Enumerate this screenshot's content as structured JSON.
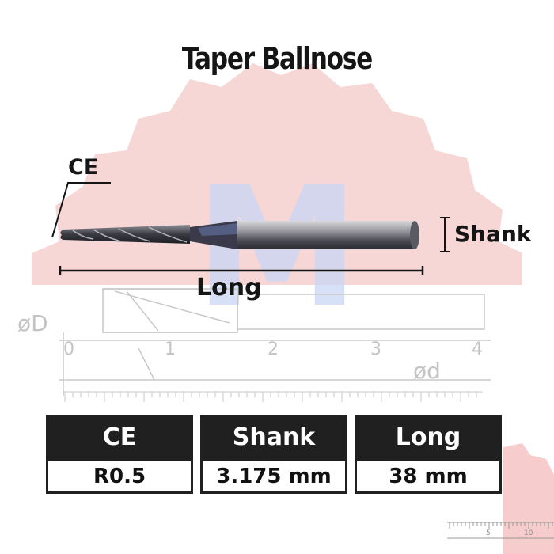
{
  "title": "Taper Ballnose",
  "diagram_labels": {
    "ce": "CE",
    "shank": "Shank",
    "long": "Long"
  },
  "table": {
    "headers": [
      "CE",
      "Shank",
      "Long"
    ],
    "values": [
      "R0.5",
      "3.175 mm",
      "38 mm"
    ]
  },
  "background_drawing": {
    "watermark_letter": "M",
    "diameter_label_left": "øD",
    "diameter_label_right": "ød",
    "scale_numbers": [
      "0",
      "1",
      "2",
      "3",
      "4"
    ],
    "corner_scale_numbers": [
      "5",
      "10"
    ]
  },
  "colors": {
    "watermark_red": "#f7d6d6",
    "watermark_blue": "#c9d7f5",
    "ink": "#151515",
    "table_header_bg": "#202020",
    "tool_dark": "#2c2c34",
    "tool_light": "#c8c8cc"
  }
}
